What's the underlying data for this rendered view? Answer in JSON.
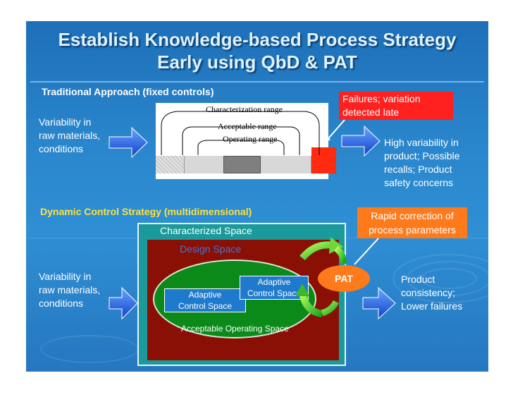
{
  "title": {
    "line1": "Establish Knowledge-based Process Strategy",
    "line2": "Early using QbD & PAT"
  },
  "traditional": {
    "heading": "Traditional Approach (fixed controls)",
    "input_text": "Variability in\nraw materials,\nconditions",
    "callout": "Failures; variation\ndetected late",
    "output_text": "High variability in\nproduct; Possible\nrecalls; Product\nsafety concerns",
    "ranges": {
      "characterization": "Characterization range",
      "acceptable": "Acceptable range",
      "operating": "Operating range"
    }
  },
  "dynamic": {
    "heading": "Dynamic Control Strategy (multidimensional)",
    "callout": "Rapid correction of\nprocess parameters",
    "input_text": "Variability in\nraw materials,\nconditions",
    "output_text": "Product\nconsistency;\nLower failures",
    "characterized_space": "Characterized Space",
    "design_space": "Design Space",
    "acceptable_operating_space": "Acceptable Operating Space",
    "adaptive_control_1": "Adaptive\nControl Space",
    "adaptive_control_2": "Adaptive\nControl Space",
    "pat": "PAT"
  },
  "colors": {
    "background": "#2a86cc",
    "heading_yellow": "#ffe23a",
    "callout_red": "#ff2020",
    "callout_orange": "#ff7a1a",
    "characterized": "#1a9a9a",
    "design": "#8a0f05",
    "operating": "#0b8a1a",
    "arrow_blue": "#1e5fe0"
  }
}
